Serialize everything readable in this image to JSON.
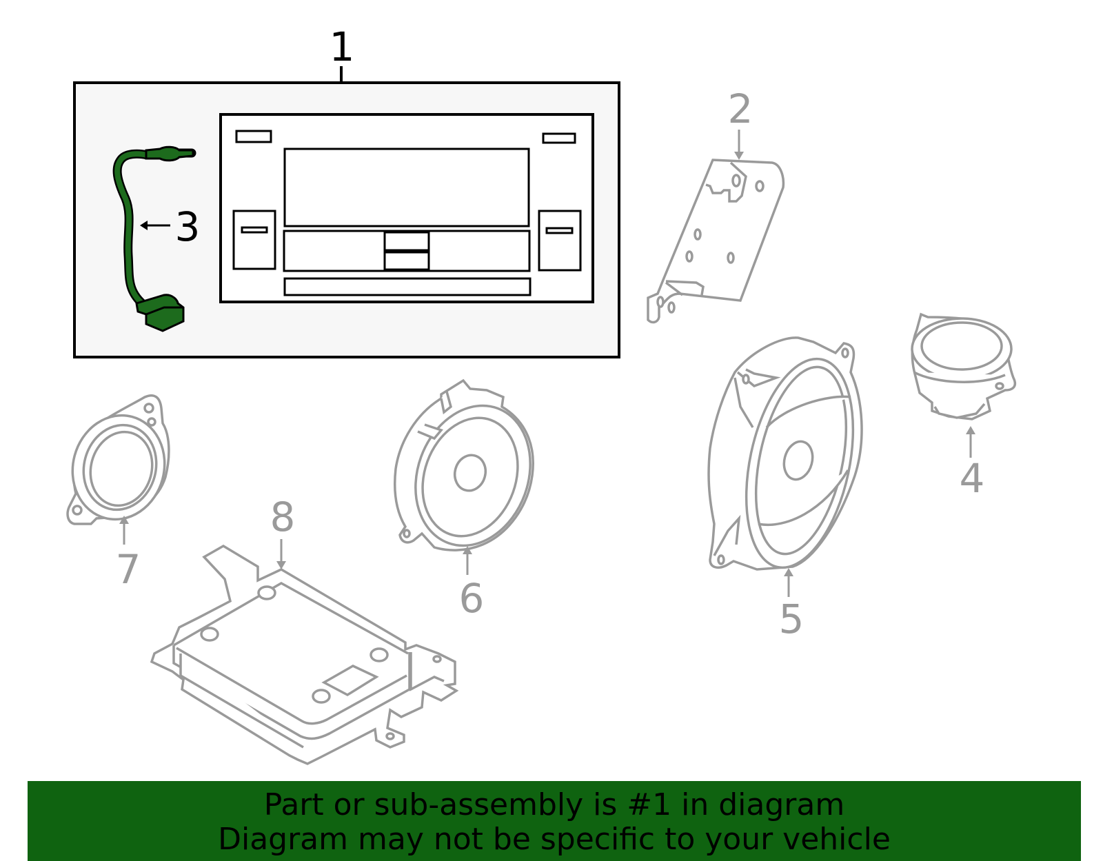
{
  "callouts": {
    "c1": "1",
    "c2": "2",
    "c3": "3",
    "c4": "4",
    "c5": "5",
    "c6": "6",
    "c7": "7",
    "c8": "8"
  },
  "banner": {
    "line1": "Part or sub-assembly is #1 in diagram",
    "line2": "Diagram may not be specific to your vehicle"
  },
  "colors": {
    "banner_bg": "#0f6310",
    "highlight_part": "#1d6b1d",
    "inactive_part": "#9a9a9a",
    "active_outline": "#000000"
  }
}
